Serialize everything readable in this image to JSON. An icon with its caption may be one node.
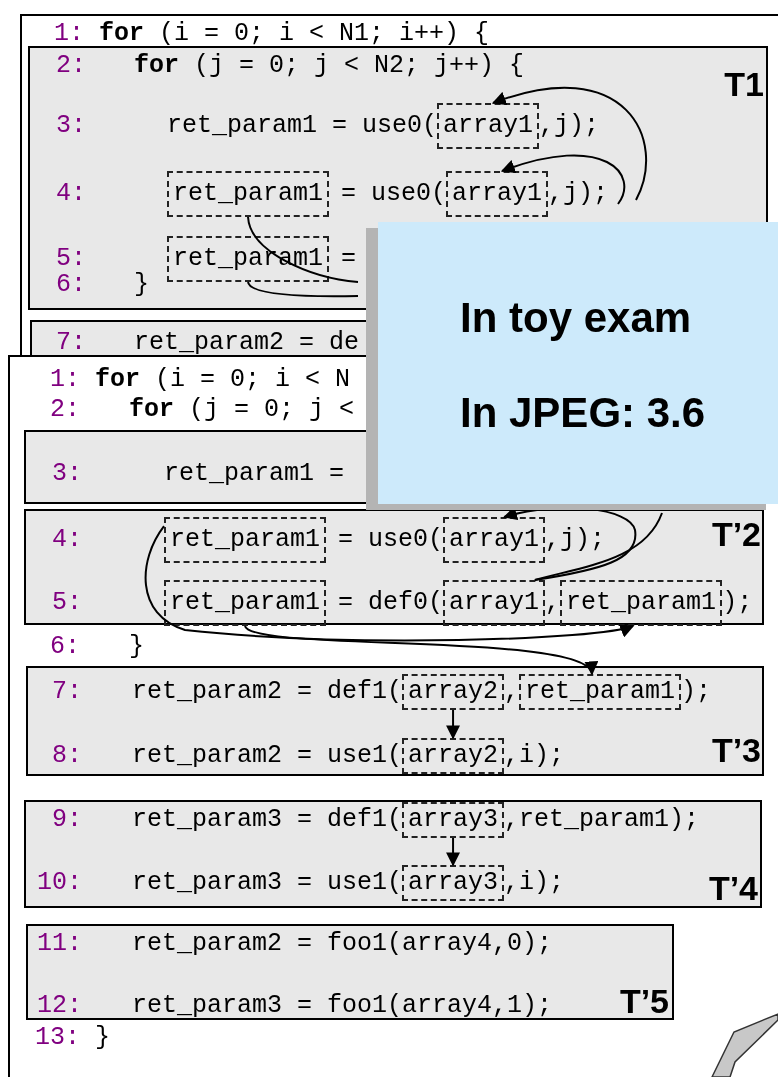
{
  "diagram": {
    "nodes": [
      {
        "text": [
          "1:",
          "**for** (i = 0; i < N1; i++) {"
        ]
      },
      {
        "text": [
          "2:",
          "**for** (j = 0; j < N2; j++) {",
          "3:",
          "ret_param1 = use0(",
          ",j);",
          "4:",
          "= use0(",
          ",j);",
          "5:",
          "=",
          "6:",
          "}",
          "T1"
        ],
        "in": 0
      },
      {
        "text": [
          "array1"
        ],
        "in": 1
      },
      {
        "text": [
          "ret_param1"
        ],
        "in": 1
      },
      {
        "text": [
          "array1"
        ],
        "in": 1
      },
      {
        "text": [
          "ret_param1"
        ],
        "in": 1
      },
      {
        "text": [
          "7:",
          "ret_param2 = de"
        ],
        "in": 0
      },
      {
        "text": [
          "1:",
          "**for** (i = 0; i < N",
          "2:",
          "**for** (j = 0; j <",
          "6:",
          "}",
          "13:",
          "}"
        ]
      },
      {
        "text": [
          "3:",
          "ret_param1 ="
        ],
        "in": 7
      },
      {
        "text": [
          "4:",
          "= use0(",
          ",j);",
          "5:",
          "= def0(",
          ",",
          ");",
          "T’2"
        ],
        "in": 7
      },
      {
        "text": [
          "ret_param1"
        ],
        "in": 9
      },
      {
        "text": [
          "array1"
        ],
        "in": 9
      },
      {
        "text": [
          "ret_param1"
        ],
        "in": 9
      },
      {
        "text": [
          "array1"
        ],
        "in": 9
      },
      {
        "text": [
          "ret_param1"
        ],
        "in": 9
      },
      {
        "text": [
          "7:",
          "ret_param2 = def1(",
          ",",
          ");",
          "8:",
          "ret_param2 = use1(",
          ",i);",
          "T’3"
        ],
        "in": 7
      },
      {
        "text": [
          "array2"
        ],
        "in": 15
      },
      {
        "text": [
          "ret_param1"
        ],
        "in": 15
      },
      {
        "text": [
          "array2"
        ],
        "in": 15
      },
      {
        "text": [
          "9:",
          "ret_param3 = def1(",
          ",ret_param1);",
          "10:",
          "ret_param3 = use1(",
          ",i);",
          "T’4"
        ],
        "in": 7
      },
      {
        "text": [
          "array3"
        ],
        "in": 19
      },
      {
        "text": [
          "array3"
        ],
        "in": 19
      },
      {
        "text": [
          "11:",
          "ret_param2 = foo1(array4,0);",
          "12:",
          "ret_param3 = foo1(array4,1);",
          "T’5"
        ],
        "in": 7
      },
      {
        "text": [
          "In toy exam",
          "In JPEG: 3.6"
        ]
      }
    ],
    "edges": [
      {
        "from": null,
        "to": 2,
        "arrow": "to"
      },
      {
        "from": null,
        "to": 4,
        "arrow": "to"
      },
      {
        "from": 3,
        "to": null,
        "arrow": "none"
      },
      {
        "from": 5,
        "to": null,
        "arrow": "none"
      },
      {
        "from": 13,
        "to": 11,
        "arrow": "to"
      },
      {
        "from": 13,
        "to": null,
        "arrow": "none"
      },
      {
        "from": 10,
        "to": 14,
        "arrow": "to"
      },
      {
        "from": 12,
        "to": 17,
        "arrow": "to"
      },
      {
        "from": 16,
        "to": 18,
        "arrow": "to"
      },
      {
        "from": 20,
        "to": 21,
        "arrow": "to"
      }
    ]
  }
}
